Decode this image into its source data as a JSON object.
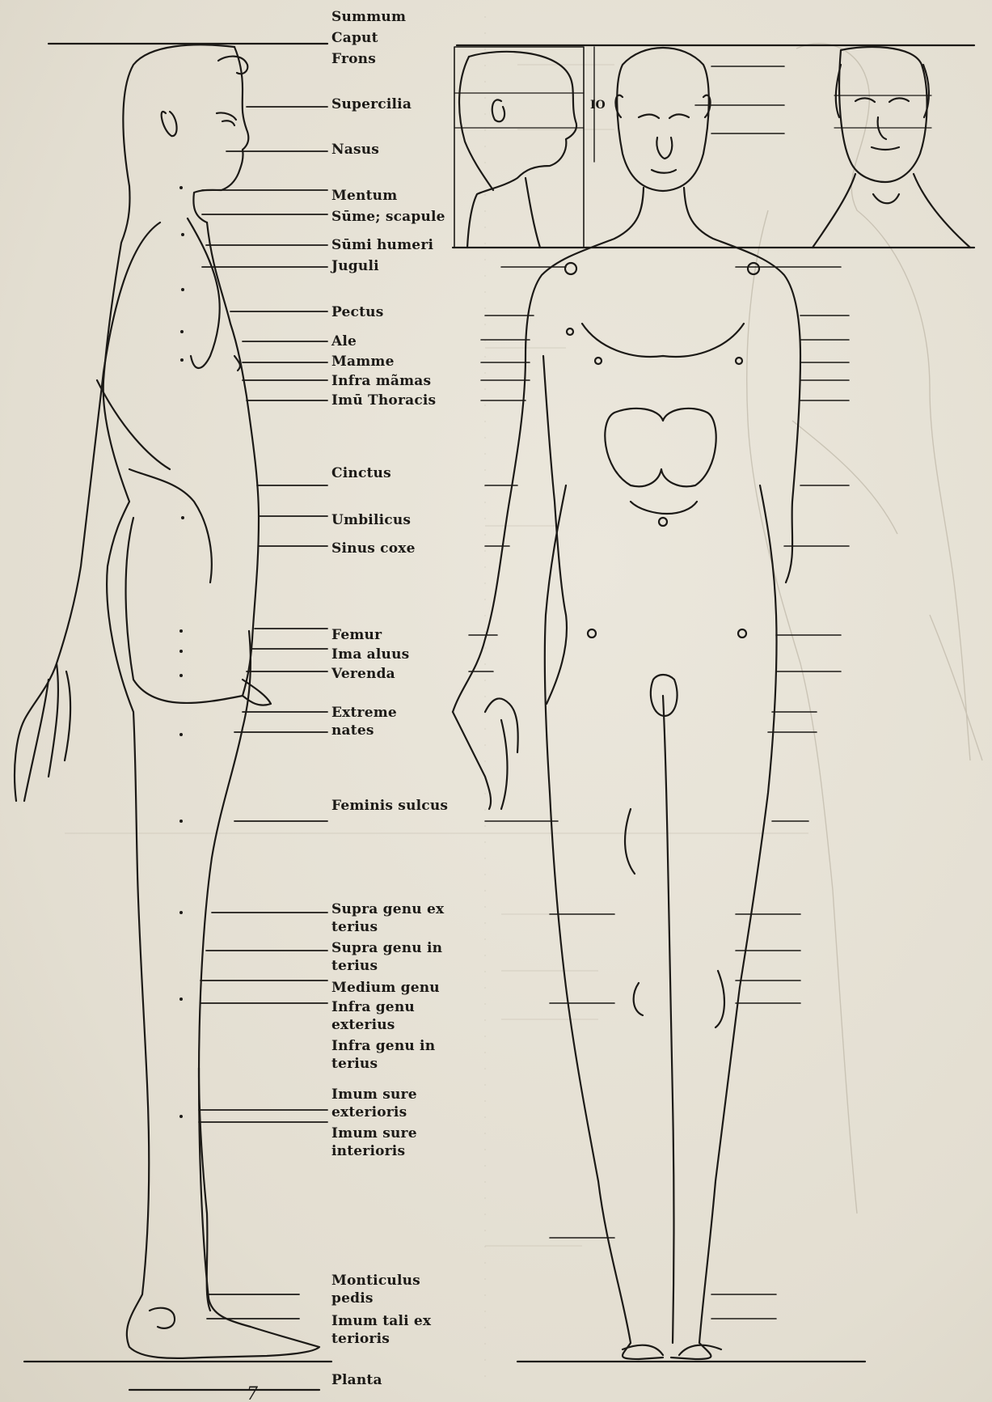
{
  "page": {
    "paper_color": "#e6e1d5",
    "ink_color": "#1c1a17",
    "bleed_color": "#b9b3a5"
  },
  "figures": {
    "side_view": "male-figure-side-view",
    "front_view": "male-figure-front-view",
    "head_profile": "head-profile-study",
    "head_front": "head-front-study",
    "head_mark": "IO",
    "scale_mark": "7"
  },
  "labels": [
    {
      "id": "summum",
      "text": "Summum"
    },
    {
      "id": "caput",
      "text": "Caput"
    },
    {
      "id": "frons",
      "text": "Frons"
    },
    {
      "id": "supercilia",
      "text": "Supercilia"
    },
    {
      "id": "nasus",
      "text": "Nasus"
    },
    {
      "id": "mentum",
      "text": "Mentum"
    },
    {
      "id": "sume-scapule",
      "text": "Sūme; scapule"
    },
    {
      "id": "sumi-humeri",
      "text": "Sūmi humeri"
    },
    {
      "id": "juguli",
      "text": "Juguli"
    },
    {
      "id": "pectus",
      "text": "Pectus"
    },
    {
      "id": "ale",
      "text": "Ale"
    },
    {
      "id": "mamme",
      "text": "Mamme"
    },
    {
      "id": "infra-mamas",
      "text": "Infra mãmas"
    },
    {
      "id": "imu-thoracis",
      "text": "Imū Thoracis"
    },
    {
      "id": "cinctus",
      "text": "Cinctus"
    },
    {
      "id": "umbilicus",
      "text": "Umbilicus"
    },
    {
      "id": "sinus-coxe",
      "text": "Sinus coxe"
    },
    {
      "id": "femur",
      "text": "Femur"
    },
    {
      "id": "ima-aluus",
      "text": "Ima aluus"
    },
    {
      "id": "verenda",
      "text": "Verenda"
    },
    {
      "id": "extreme-nates",
      "text": "Extreme nates"
    },
    {
      "id": "feminis-sulcus",
      "text": "Feminis sulcus"
    },
    {
      "id": "supra-genu-exterius",
      "text": "Supra genu ex terius"
    },
    {
      "id": "supra-genu-interius",
      "text": "Supra genu in terius"
    },
    {
      "id": "medium-genu",
      "text": "Medium genu"
    },
    {
      "id": "infra-genu-exterius",
      "text": "Infra genu exterius"
    },
    {
      "id": "infra-genu-interius",
      "text": "Infra genu in terius"
    },
    {
      "id": "imum-sure-exterioris",
      "text": "Imum sure exterioris"
    },
    {
      "id": "imum-sure-interioris",
      "text": "Imum sure interioris"
    },
    {
      "id": "monticulus-pedis",
      "text": "Monticulus pedis"
    },
    {
      "id": "imum-tali-exterioris",
      "text": "Imum tali ex terioris"
    },
    {
      "id": "planta",
      "text": "Planta"
    }
  ]
}
